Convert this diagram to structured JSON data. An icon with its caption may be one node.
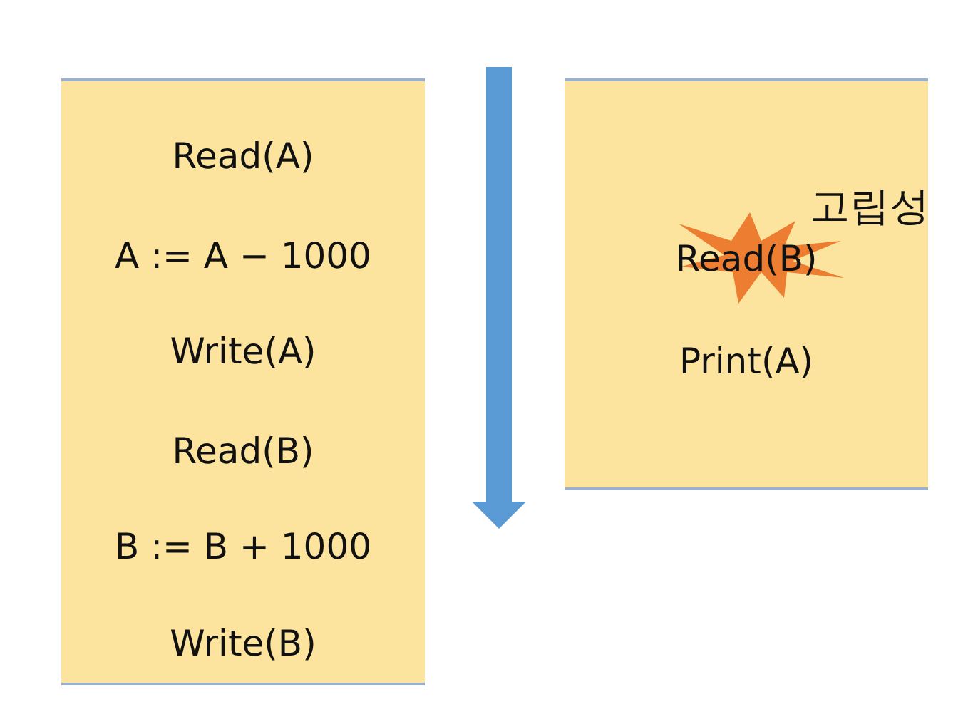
{
  "diagram": {
    "nodes": [
      {
        "text": [
          "Read(A)",
          "A := A − 1000",
          "Write(A)",
          "Read(B)",
          "B := B + 1000",
          "Write(B)"
        ]
      },
      {
        "text": [
          "Read(B)",
          "Print(A)"
        ]
      }
    ],
    "edges": [],
    "labels": [
      "고립성"
    ]
  }
}
